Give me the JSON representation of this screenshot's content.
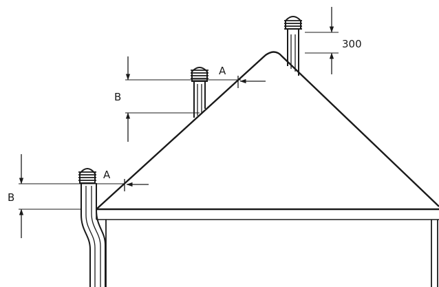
{
  "labels": {
    "ridge_clearance": "300",
    "upper_a": "A",
    "upper_b": "B",
    "lower_a": "A",
    "lower_b": "B"
  },
  "colors": {
    "stroke": "#1a1a1a",
    "background": "#ffffff"
  }
}
